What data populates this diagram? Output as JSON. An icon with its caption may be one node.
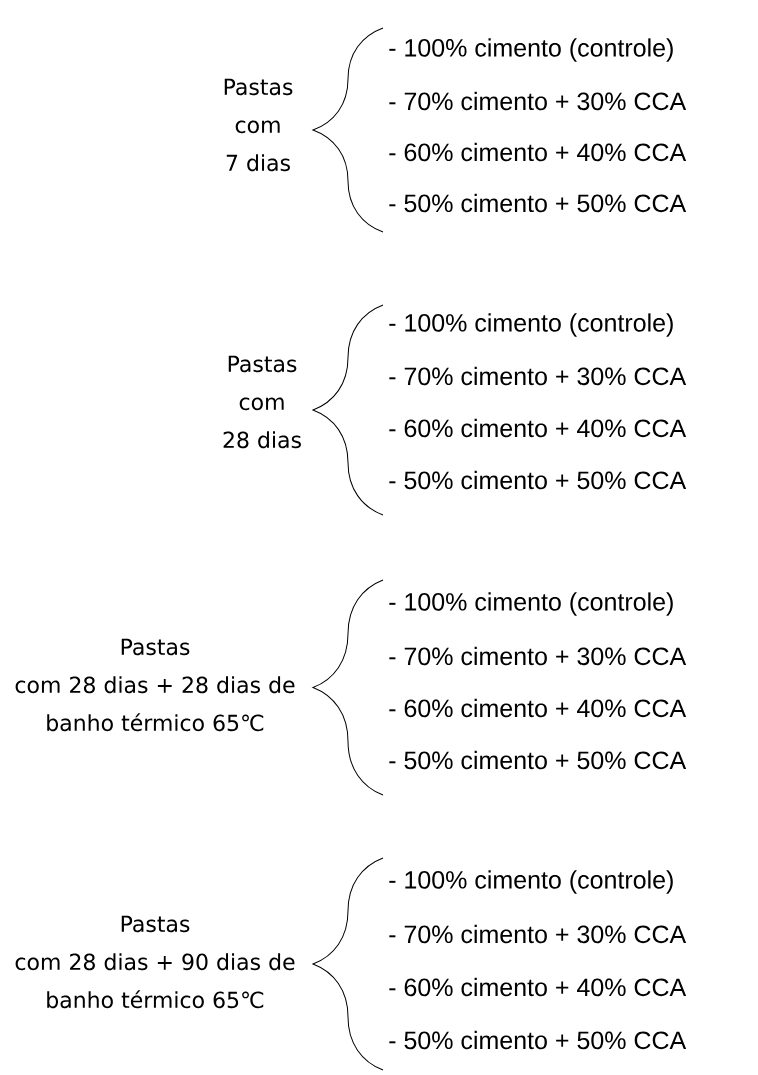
{
  "diagram": {
    "labels": [
      "Pastas com 7 dias",
      "- 100% cimento (controle)",
      "- 70% cimento + 30% CCA",
      "- 60% cimento + 40% CCA",
      "- 50% cimento + 50% CCA",
      "Pastas com 28 dias",
      "- 100% cimento (controle)",
      "- 70% cimento + 30% CCA",
      "- 60% cimento + 40% CCA",
      "- 50% cimento + 50% CCA",
      "Pastas com 28 dias + 28 dias de banho térmico 65℃",
      "- 100% cimento (controle)",
      "- 70% cimento + 30% CCA",
      "- 60% cimento + 40% CCA",
      "- 50% cimento + 50% CCA",
      "Pastas com 28 dias + 90 dias de banho térmico 65℃",
      "- 100% cimento (controle)",
      "- 70% cimento + 30% CCA",
      "- 60% cimento + 40% CCA",
      "- 50% cimento + 50% CCA"
    ]
  }
}
